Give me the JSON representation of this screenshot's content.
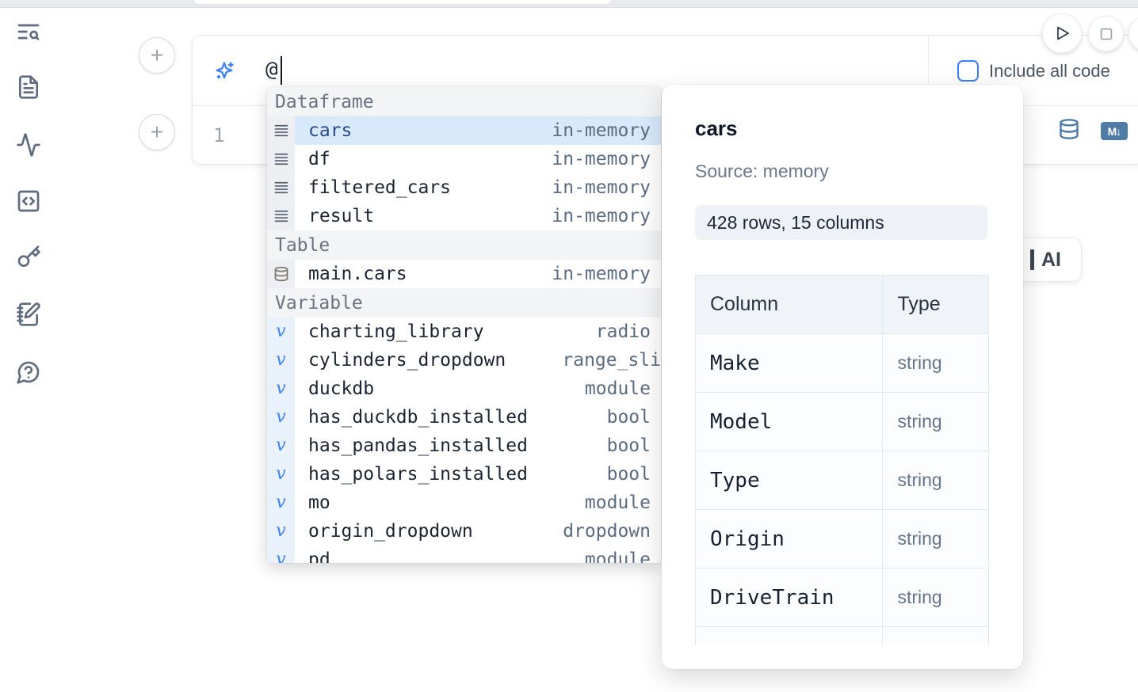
{
  "colors": {
    "accent": "#3b82f6",
    "tool_icon_blue": "#4e7ca6",
    "selected_row_bg": "#d8e9fc"
  },
  "sidebar": {
    "icons": [
      {
        "name": "list-search-icon"
      },
      {
        "name": "file-text-icon"
      },
      {
        "name": "activity-icon"
      },
      {
        "name": "code-square-icon"
      },
      {
        "name": "key-icon"
      },
      {
        "name": "notebook-pen-icon"
      },
      {
        "name": "help-chat-icon"
      }
    ]
  },
  "toolbar": {
    "include_all_code": "Include all code"
  },
  "ai_cell": {
    "prompt_value": "@",
    "line_number": "1",
    "markdown_badge": "M↓"
  },
  "ai_button": {
    "label": "AI"
  },
  "autocomplete": {
    "sections": [
      {
        "label": "Dataframe",
        "items": [
          {
            "name": "cars",
            "detail": "in-memory",
            "selected": true
          },
          {
            "name": "df",
            "detail": "in-memory"
          },
          {
            "name": "filtered_cars",
            "detail": "in-memory"
          },
          {
            "name": "result",
            "detail": "in-memory"
          }
        ]
      },
      {
        "label": "Table",
        "items": [
          {
            "name": "main.cars",
            "detail": "in-memory"
          }
        ]
      },
      {
        "label": "Variable",
        "items": [
          {
            "name": "charting_library",
            "detail": "radio"
          },
          {
            "name": "cylinders_dropdown",
            "detail": "range_sli"
          },
          {
            "name": "duckdb",
            "detail": "module"
          },
          {
            "name": "has_duckdb_installed",
            "detail": "bool"
          },
          {
            "name": "has_pandas_installed",
            "detail": "bool"
          },
          {
            "name": "has_polars_installed",
            "detail": "bool"
          },
          {
            "name": "mo",
            "detail": "module"
          },
          {
            "name": "origin_dropdown",
            "detail": "dropdown"
          },
          {
            "name": "pd",
            "detail": "module"
          }
        ]
      }
    ]
  },
  "preview": {
    "title": "cars",
    "source": "Source: memory",
    "summary": "428 rows, 15 columns",
    "table": {
      "headers": [
        "Column",
        "Type"
      ],
      "rows": [
        [
          "Make",
          "string"
        ],
        [
          "Model",
          "string"
        ],
        [
          "Type",
          "string"
        ],
        [
          "Origin",
          "string"
        ],
        [
          "DriveTrain",
          "string"
        ],
        [
          "",
          ""
        ]
      ]
    }
  }
}
